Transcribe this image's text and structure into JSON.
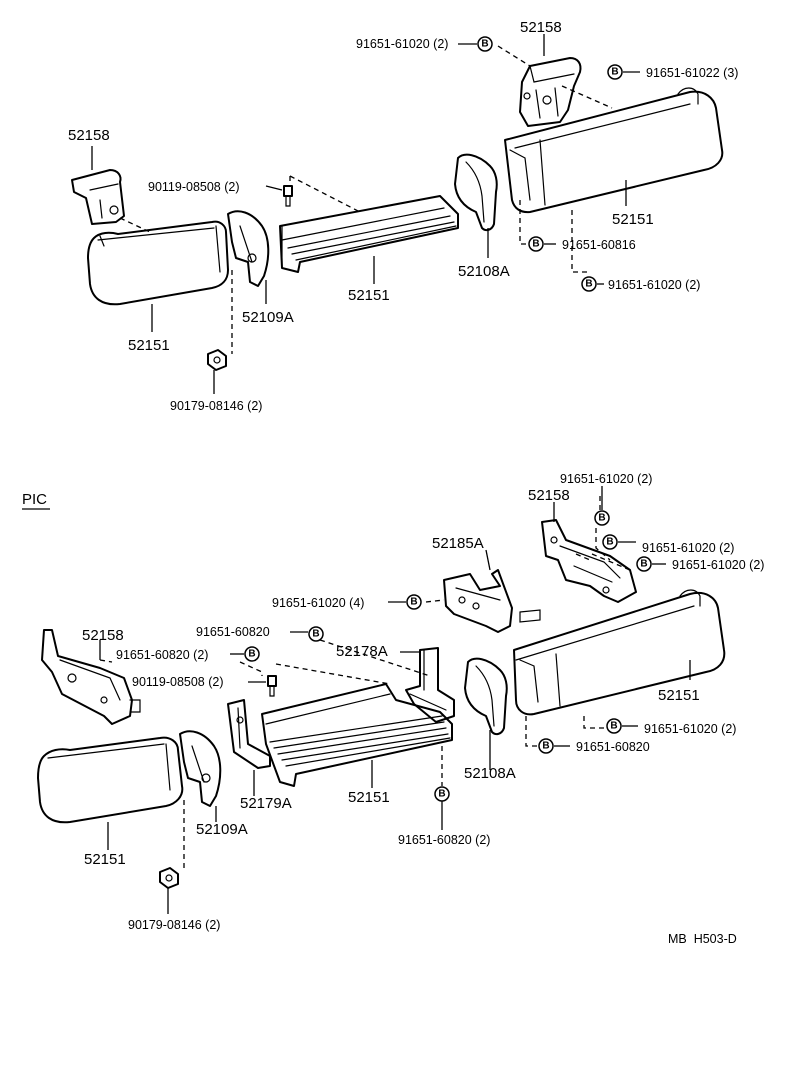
{
  "top": {
    "p52158_right": "52158",
    "b_91651_61020_a": "91651-61020 (2)",
    "b_91651_61022": "91651-61022 (3)",
    "p52158_left": "52158",
    "s_90119_08508": "90119-08508 (2)",
    "p52151_right": "52151",
    "b_91651_60816": "91651-60816",
    "p52108A": "52108A",
    "b_91651_61020_b": "91651-61020 (2)",
    "p52151_mid": "52151",
    "p52109A": "52109A",
    "p52151_left": "52151",
    "n_90179_08146": "90179-08146 (2)"
  },
  "bottom": {
    "section": "PIC",
    "b_91651_61020_t": "91651-61020 (2)",
    "p52158_right": "52158",
    "b_91651_61020_r1": "91651-61020 (2)",
    "b_91651_61020_r2": "91651-61020 (2)",
    "p52185A": "52185A",
    "b_91651_61020_4": "91651-61020 (4)",
    "b_91651_60820_a": "91651-60820",
    "p52158_left": "52158",
    "b_91651_60820_2": "91651-60820 (2)",
    "p52178A": "52178A",
    "s_90119_08508": "90119-08508 (2)",
    "p52151_right": "52151",
    "b_91651_61020_r3": "91651-61020 (2)",
    "b_91651_60820_b": "91651-60820",
    "p52108A": "52108A",
    "p52179A": "52179A",
    "p52151_mid": "52151",
    "p52109A": "52109A",
    "p52151_left": "52151",
    "b_91651_60820_c": "91651-60820 (2)",
    "n_90179_08146": "90179-08146 (2)"
  },
  "symbol": "B",
  "code": "MB  H503-D"
}
